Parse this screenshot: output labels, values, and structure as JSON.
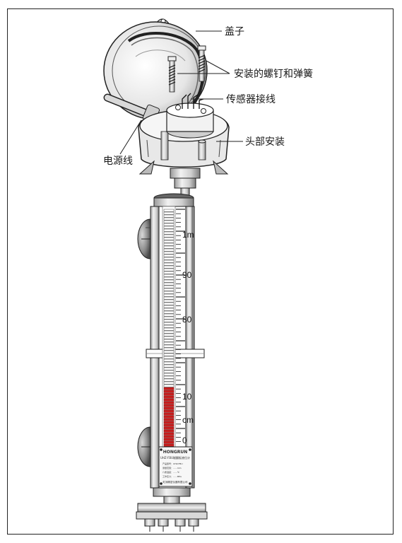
{
  "callouts": {
    "cover": "盖子",
    "screws_springs": "安装的螺钉和弹簧",
    "sensor_wiring": "传感器接线",
    "power_cable": "电源线",
    "head_mounting": "头部安装"
  },
  "scale": {
    "labels": [
      "1m",
      "90",
      "80",
      "10",
      "cm",
      "0"
    ]
  },
  "nameplate": {
    "brand": "HONGRUN",
    "model": "UHZ-FBU磁翻板液位计",
    "line1": "产品型号：UHZ-FBU",
    "line2": "测量范围：......mm",
    "line3": "介质温度：......℃",
    "line4": "工作压力：......MPa",
    "maker": "虹润精密仪器有限公司"
  },
  "colors": {
    "indicator_red": "#cc1f1f",
    "line": "#222222"
  }
}
